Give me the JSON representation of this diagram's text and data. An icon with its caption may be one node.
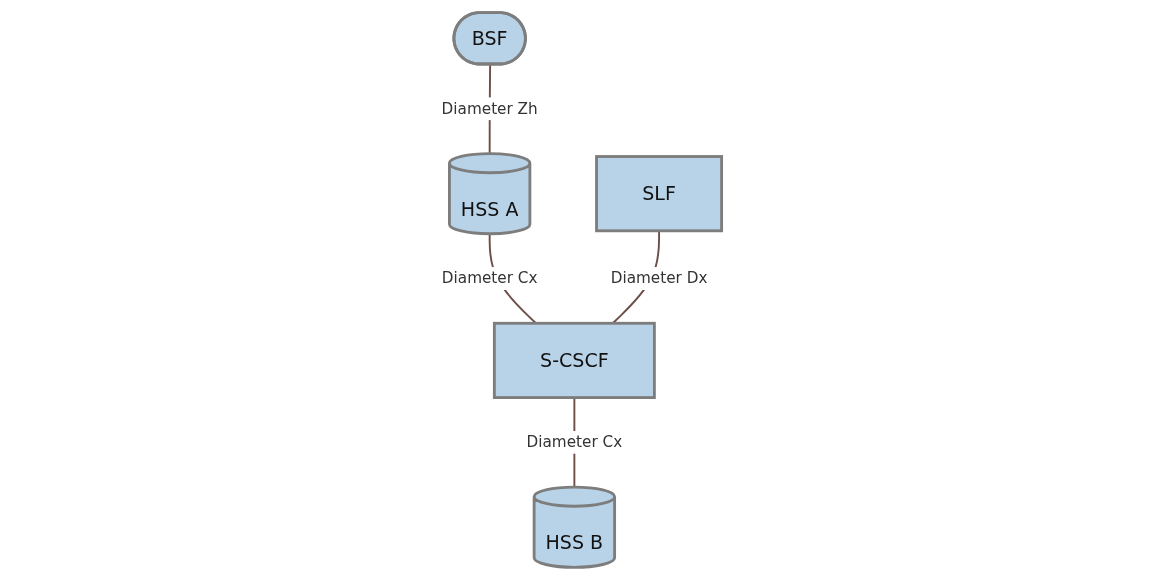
{
  "diagram": {
    "nodes": [
      {
        "text": [
          "HSS A"
        ]
      },
      {
        "text": [
          "SLF"
        ]
      },
      {
        "text": [
          "HSS B"
        ]
      },
      {
        "text": [
          "BSF"
        ]
      },
      {
        "text": [
          "S-CSCF"
        ]
      }
    ],
    "edges": [
      {
        "from": 3,
        "to": 0,
        "arrow": "none",
        "label": "Diameter Zh"
      },
      {
        "from": 0,
        "to": 4,
        "arrow": "none",
        "label": "Diameter Cx"
      },
      {
        "from": 1,
        "to": 4,
        "arrow": "none",
        "label": "Diameter Dx"
      },
      {
        "from": 4,
        "to": 2,
        "arrow": "none",
        "label": "Diameter Cx"
      }
    ]
  }
}
